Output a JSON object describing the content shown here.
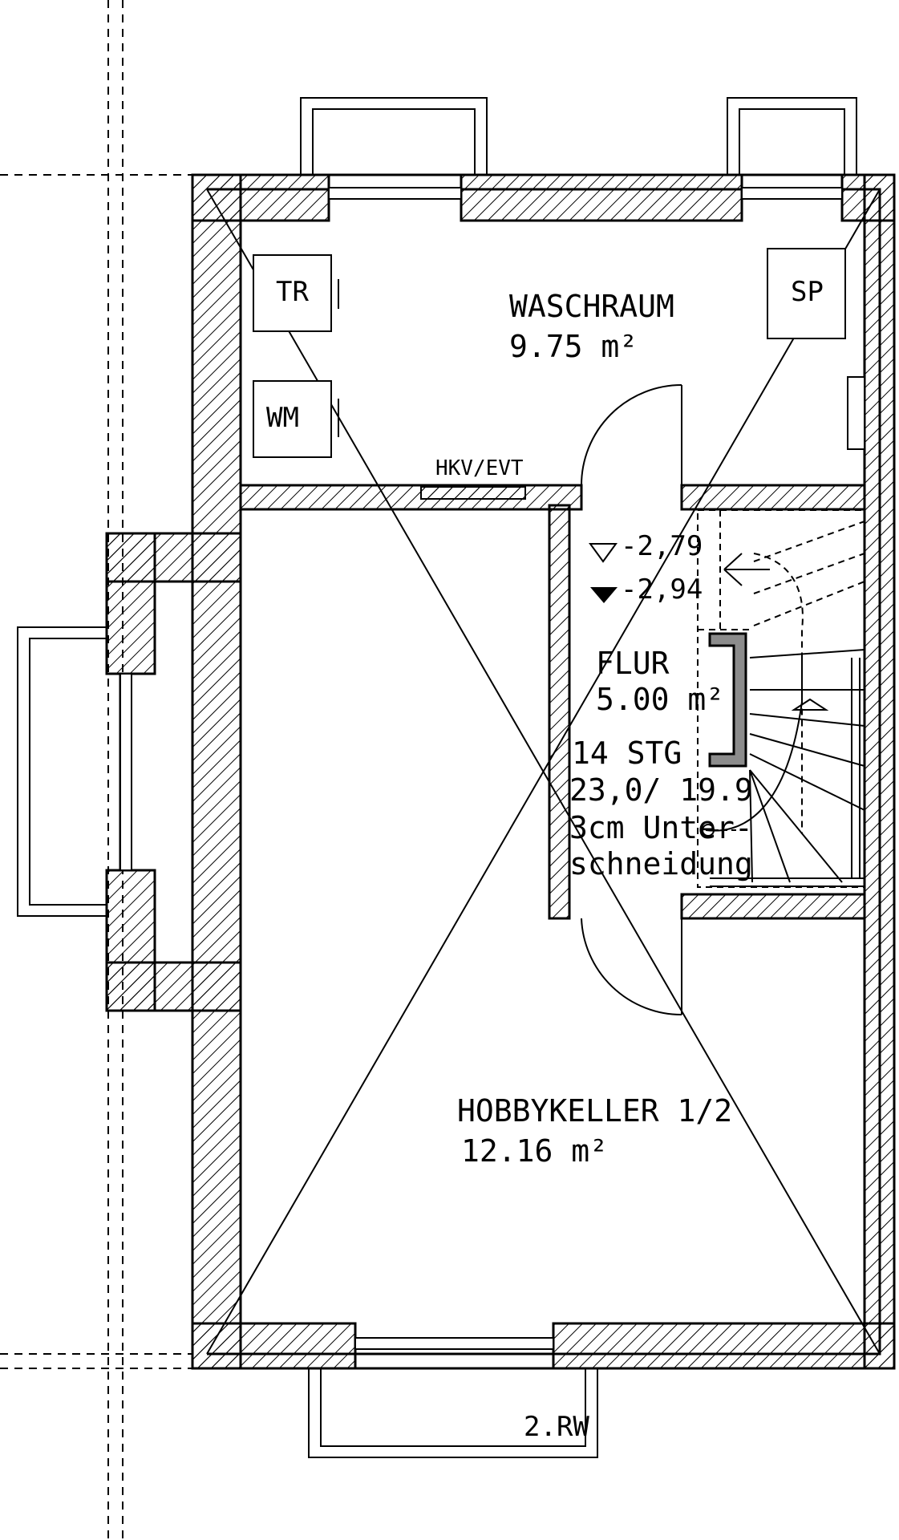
{
  "rooms": {
    "waschraum": {
      "name": "WASCHRAUM",
      "area": "9.75 m²"
    },
    "flur": {
      "name": "FLUR",
      "area": "5.00 m²"
    },
    "hobbykeller": {
      "name": "HOBBYKELLER 1/2",
      "area": "12.16 m²"
    }
  },
  "appliances": {
    "tr": "TR",
    "wm": "WM",
    "sp": "SP"
  },
  "annotations": {
    "hkv": "HKV/EVT",
    "level_top": "-2,79",
    "level_bottom": "-2,94",
    "window_well": "2.RW"
  },
  "stair": {
    "steps": "14 STG",
    "ratio": "23,0/ 19.9",
    "note_1": "3cm Unter-",
    "note_2": "schneidung"
  },
  "colors": {
    "line": "#000000",
    "stair_post": "#8c8c8c",
    "paper": "#ffffff"
  }
}
